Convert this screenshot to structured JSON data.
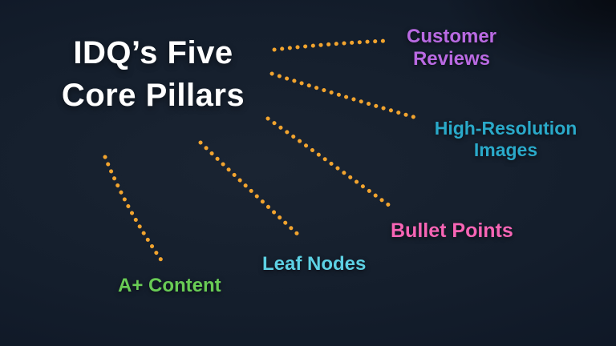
{
  "slide": {
    "title": "IDQ’s Five Core Pillars",
    "title_lines": [
      "IDQ’s Five",
      "Core Pillars"
    ],
    "title_color": "#ffffff"
  },
  "connector": {
    "color": "#f2a42e",
    "style": "dotted"
  },
  "pillars": [
    {
      "label": "Customer Reviews",
      "lines": [
        "Customer",
        "Reviews"
      ],
      "color": "#ba6ae3"
    },
    {
      "label": "High-Resolution Images",
      "lines": [
        "High-Resolution",
        "Images"
      ],
      "color": "#2aa9c9"
    },
    {
      "label": "Bullet Points",
      "lines": [
        "Bullet Points"
      ],
      "color": "#f765b5"
    },
    {
      "label": "Leaf Nodes",
      "lines": [
        "Leaf Nodes"
      ],
      "color": "#5dd1e4"
    },
    {
      "label": "A+ Content",
      "lines": [
        "A+ Content"
      ],
      "color": "#69cc55"
    }
  ],
  "background": {
    "center": "#1a2432",
    "edge": "#0b1322"
  }
}
